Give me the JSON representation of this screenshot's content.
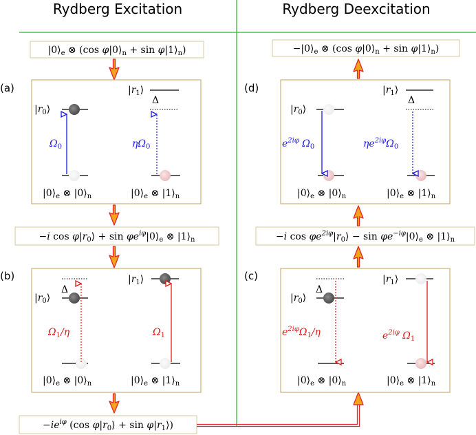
{
  "headers": {
    "left": "Rydberg Excitation",
    "right": "Rydberg Deexcitation"
  },
  "panels": {
    "a": "(a)",
    "b": "(b)",
    "c": "(c)",
    "d": "(d)"
  },
  "states": {
    "top_left": "|0⟩e ⊗ (cos φ|0⟩n + sin φ|1⟩n)",
    "middle_left": "−i cos φ|r0⟩ + sin φ e^{iφ}|0⟩e ⊗ |1⟩n",
    "bottom_left": "−ie^{iφ} (cos φ|r0⟩ + sin φ|r1⟩)",
    "top_right": "−|0⟩e ⊗ (cos φ|0⟩n + sin φ|1⟩n)",
    "middle_right": "−i cos φ e^{2iφ}|r0⟩ − sin φ e^{−iφ}|0⟩e ⊗ |1⟩n"
  },
  "levels": {
    "r0": "|r0⟩",
    "r1": "|r1⟩",
    "delta": "Δ",
    "g0": "|0⟩e ⊗ |0⟩n",
    "g1": "|0⟩e ⊗ |1⟩n"
  },
  "couplings": {
    "a_left": "Ω0",
    "a_right": "ηΩ0",
    "b_left": "Ω1/η",
    "b_right": "Ω1",
    "c_left": "e^{2iφ}Ω1/η",
    "c_right": "e^{2iφ}Ω1",
    "d_left": "e^{2iφ}Ω0",
    "d_right": "ηe^{2iφ}Ω0"
  },
  "colors": {
    "blue": "#1a1adf",
    "red": "#e01818",
    "arrow_fill": "#f7a21b",
    "arrow_edge": "#e0282a",
    "divider": "#27b52a",
    "box_border": "#c9b07a"
  }
}
